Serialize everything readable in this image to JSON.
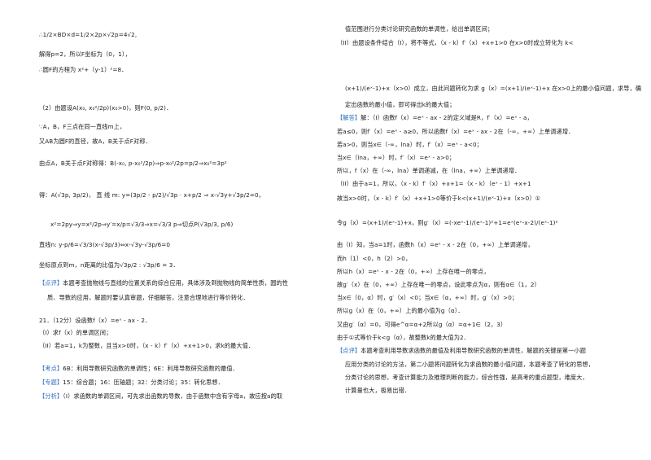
{
  "left": {
    "lines": [
      "∴1/2×BD×d=1/2×2p×√2p=4√2,",
      "解得p=2，所以F坐标为（0，1），",
      "∴圆F的方程为 x²+（y-1）²=8．",
      "（2）由题设A(x₀, x₀²/2p)(x₀>0)，则F(0, p/2)．",
      "∵A，B，F三点在同一直线m上，",
      "又AB为圆F的直径，故A，B关于点F对称．",
      "由点A，B关于点F对称得：B(-x₀, p-x₀²/2p)⇒p-x₀²/2p=p/2⇒x₀²=3p²",
      "得：A(√3p, 3p/2)，    直    线    m: y=(3p/2 - p/2)/√3p · x+p/2 ⇒ x-√3y+√3p/2=0，",
      "x²=2py⇒y=x²/2p⇒y′=x/p=√3/3⇒x=√3/3 p⇒切点P(√3p/3, p/6)",
      "直线n: y-p/6=√3/3(x-√3p/3)⇔x-√3y-√3p/6=0",
      "坐标原点到m，n距离的比值为√3p/2 : √3p/6 = 3．",
      "【点评】本题考查抛物线与直线的位置关系的综合应用，具体涉及到抛物线的简单性质，圆的性",
      "质、导数的应用，解题时要认真审题，仔细解答，注意合理地进行等价转化．",
      "21．（12分）设函数f（x）=eˣ - ax - 2．",
      "（I）求f（x）的单调区间；",
      "（II）若a=1，k为整数，且当x>0时，（x - k）f′（x）+x+1>0，求k的最大值．",
      "【考点】6B：利用导数研究函数的单调性；6E：利用导数研究函数的最值．",
      "【专题】15：综合题；16：压轴题；32：分类讨论；35：转化思想．",
      "【分析】（I）求函数的单调区间，可先求出函数的导数，由于函数中含有字母a，故应按a的取"
    ]
  },
  "right": {
    "lines": [
      "值范围进行分类讨论研究函数的单调性，给出单调区间；",
      "（II）由题设条件结合（I），将不等式，（x - k）f′（x）+x+1>0 在x>0时成立转化为 k<",
      "(x+1)/(eˣ-1)+x（x>0）成立，由此问题转化为求 g（x）=(x+1)/(eˣ-1)+x 在x>0上的最小值问题，求导，确",
      "定出函数的最小值，即可得出k的最大值；",
      "【解答】解：（I）函数f（x）=eˣ - ax - 2的定义域是R，f′（x）=eˣ - a，",
      "若a≤0，则f′（x）=eˣ - a≥0，所以函数f（x）=eˣ - ax - 2在（-∞，+∞）上单调递增．",
      "若a>0，则当x∈（-∞，lna）时，f′（x）=eˣ - a<0；",
      "当x∈（lna，+∞）时，f′（x）=eˣ - a>0；",
      "所以，f（x）在（-∞，lna）单调递减，在（lna，+∞）上单调递增．",
      "（II）由于a=1，所以，（x - k）f′（x）+x+1=（x - k）（eˣ - 1）+x+1",
      "故当x>0时，（x - k）f′（x）+x+1>0等价于k<(x+1)/(eˣ-1)+x（x>0）①",
      "令g（x）=(x+1)/(eˣ-1)+x，则g′（x）=(-xeˣ-1)/(eˣ-1)²+1=eˣ(eˣ-x-2)/(eˣ-1)²",
      "由（I）知，当a=1时，函数h（x）=eˣ - x - 2在（0，+∞）上单调递增，",
      "而h（1）<0，h（2）>0，",
      "所以h（x）=eˣ - x - 2在（0，+∞）上存在唯一的零点，",
      "故g′（x）在（0，+∞）上存在唯一的零点，设此零点为α，则有α∈（1，2）",
      "当x∈（0，α）时，g′（x）<0；当x∈（α，+∞）时，g′（x）>0；",
      "所以g（x）在（0，+∞）上的最小值为g（α）．",
      "又由g′（α）=0，可得e^α=α+2所以g（α）=α+1∈（2，3）",
      "由于①式等价于k<g（α），故整数k的最大值为2．",
      "【点评】本题考查利用导数求函数的最值及利用导数研究函数的单调性，解题的关键是第一小题",
      "应用分类的讨论的方法，第二小题将问题转化为求函数的最小值问题，本题考查了转化的思想，",
      "分类讨论的思想，考查计算能力及推理判断的能力，综合性强，是高考的重点题型，难度大，",
      "计算量也大，极易出错．"
    ]
  }
}
